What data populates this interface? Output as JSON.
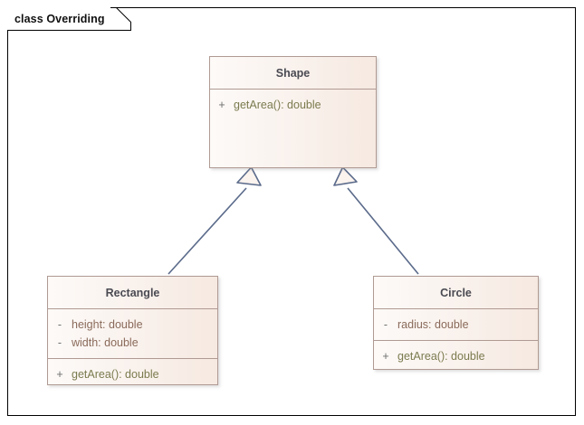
{
  "diagram": {
    "frame_label": "class Overriding",
    "colors": {
      "frame_border": "#000000",
      "class_border": "#b09a93",
      "class_fill": "#f9f1ec",
      "class_name_text": "#4a4a52",
      "attribute_text": "#8a6a5a",
      "operation_text": "#7b7b4f",
      "connector": "#5a6a8a"
    },
    "classes": [
      {
        "id": "shape",
        "name": "Shape",
        "attributes": [],
        "operations": [
          {
            "visibility": "+",
            "text": "getArea(): double"
          }
        ]
      },
      {
        "id": "rectangle",
        "name": "Rectangle",
        "attributes": [
          {
            "visibility": "-",
            "text": "height: double"
          },
          {
            "visibility": "-",
            "text": "width: double"
          }
        ],
        "operations": [
          {
            "visibility": "+",
            "text": "getArea(): double"
          }
        ]
      },
      {
        "id": "circle",
        "name": "Circle",
        "attributes": [
          {
            "visibility": "-",
            "text": "radius: double"
          }
        ],
        "operations": [
          {
            "visibility": "+",
            "text": "getArea(): double"
          }
        ]
      }
    ],
    "relationships": [
      {
        "type": "generalization",
        "from": "Rectangle",
        "to": "Shape"
      },
      {
        "type": "generalization",
        "from": "Circle",
        "to": "Shape"
      }
    ]
  }
}
